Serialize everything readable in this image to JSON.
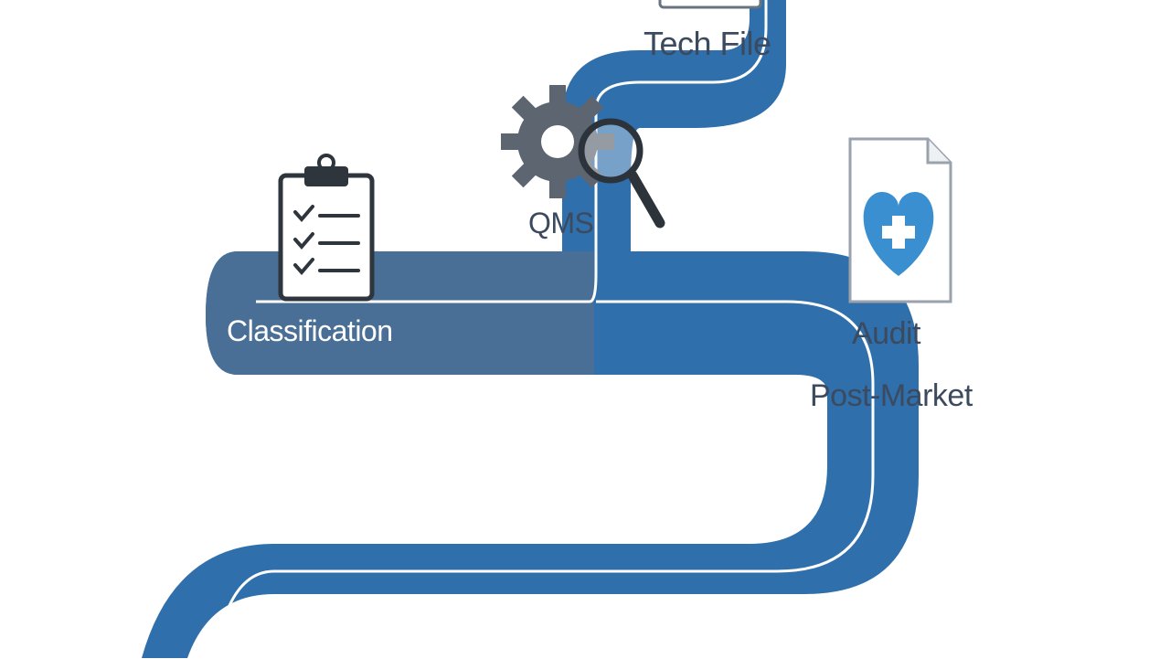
{
  "diagram": {
    "title": "MDR Certification",
    "steps": [
      {
        "id": "tech-file",
        "label": "Tech File",
        "icon": "document-icon"
      },
      {
        "id": "qms",
        "label": "QMS",
        "icon": "gear-magnifier-icon"
      },
      {
        "id": "classification",
        "label": "Classification",
        "icon": "clipboard-checklist-icon"
      },
      {
        "id": "audit",
        "label": "Audit",
        "icon": "heart-document-icon"
      },
      {
        "id": "post-market",
        "label": "Post-Market",
        "icon": ""
      }
    ]
  },
  "colors": {
    "path": "#2f6fac",
    "path_dark": "#4a6f96",
    "path_line": "#ffffff",
    "icon_stroke": "#3d4652",
    "heart": "#3a8fd0",
    "label_dark": "#3b4a5e"
  }
}
